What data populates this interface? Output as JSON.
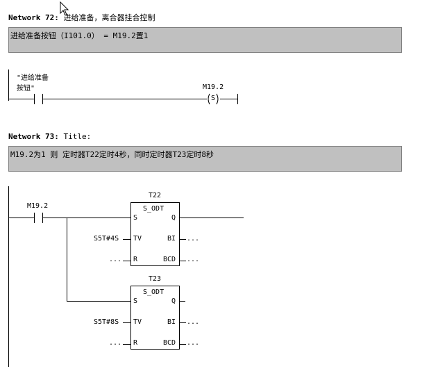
{
  "network72": {
    "label": "Network 72",
    "colon": ":",
    "title": "进给准备，离合器挂合控制",
    "comment": "进给准备按钮（I101.0） = M19.2置1",
    "contact_name_line1": "\"进给准备",
    "contact_name_line2": "按钮\"",
    "coil_address": "M19.2",
    "coil_type": "S"
  },
  "network73": {
    "label": "Network 73",
    "colon": ":",
    "title": "Title:",
    "comment": "M19.2为1 则 定时器T22定时4秒，同时定时器T23定时8秒",
    "contact_address": "M19.2",
    "timer1": {
      "name": "T22",
      "type": "S_ODT",
      "pin_s": "S",
      "pin_q": "Q",
      "pin_tv": "TV",
      "pin_bi": "BI",
      "pin_r": "R",
      "pin_bcd": "BCD",
      "tv_value": "S5T#4S",
      "r_value": "...",
      "bi_value": "...",
      "bcd_value": "..."
    },
    "timer2": {
      "name": "T23",
      "type": "S_ODT",
      "pin_s": "S",
      "pin_q": "Q",
      "pin_tv": "TV",
      "pin_bi": "BI",
      "pin_r": "R",
      "pin_bcd": "BCD",
      "tv_value": "S5T#8S",
      "r_value": "...",
      "bi_value": "...",
      "bcd_value": "..."
    }
  },
  "colors": {
    "comment_bg": "#c0c0c0",
    "line": "#000000"
  }
}
